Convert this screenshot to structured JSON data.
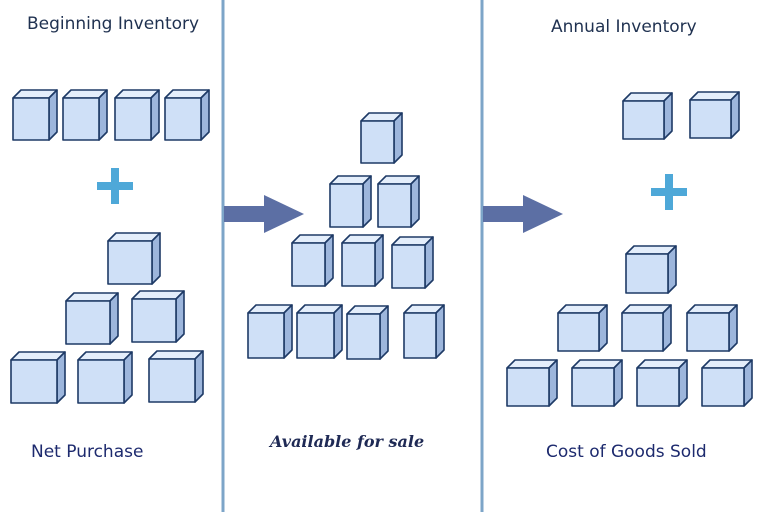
{
  "panels": {
    "left": {
      "top_label": "Beginning Inventory",
      "bottom_label": "Net Purchase",
      "top_box_count": 4,
      "bottom_box_count": 6
    },
    "middle": {
      "bottom_label": "Available for sale",
      "box_count": 10
    },
    "right": {
      "top_label": "Annual Inventory",
      "bottom_label": "Cost of Goods Sold",
      "top_box_count": 2,
      "bottom_box_count": 8
    }
  },
  "colors": {
    "box_front": "#cfe0f7",
    "box_top": "#e4eefb",
    "box_side": "#9db6dc",
    "box_stroke": "#1e3a66",
    "plus": "#4ea8d8",
    "arrow": "#5c6fa4",
    "divider": "#7da5c8"
  },
  "icons": {
    "plus": "plus-icon",
    "arrow": "arrow-right-icon",
    "box": "cube-icon"
  }
}
